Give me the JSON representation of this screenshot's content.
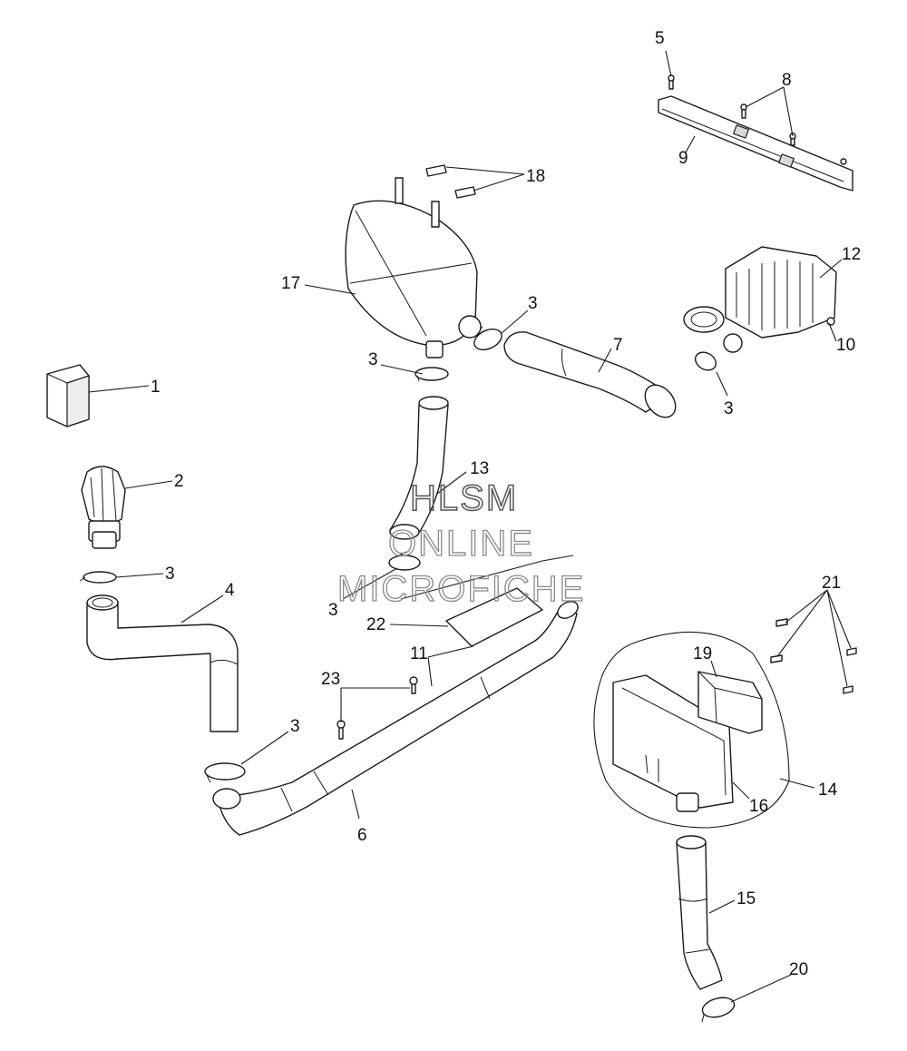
{
  "callouts": [
    "1",
    "2",
    "3",
    "4",
    "5",
    "6",
    "7",
    "8",
    "9",
    "10",
    "11",
    "12",
    "13",
    "14",
    "15",
    "16",
    "17",
    "18",
    "19",
    "20",
    "21",
    "22",
    "23"
  ],
  "watermark": {
    "line1": "HLSM",
    "line2": "ONLINE",
    "line3": "MICROFICHE"
  },
  "colors": {
    "line": "#1a1a1a",
    "watermark": "#8a8a8a",
    "background": "#ffffff"
  }
}
